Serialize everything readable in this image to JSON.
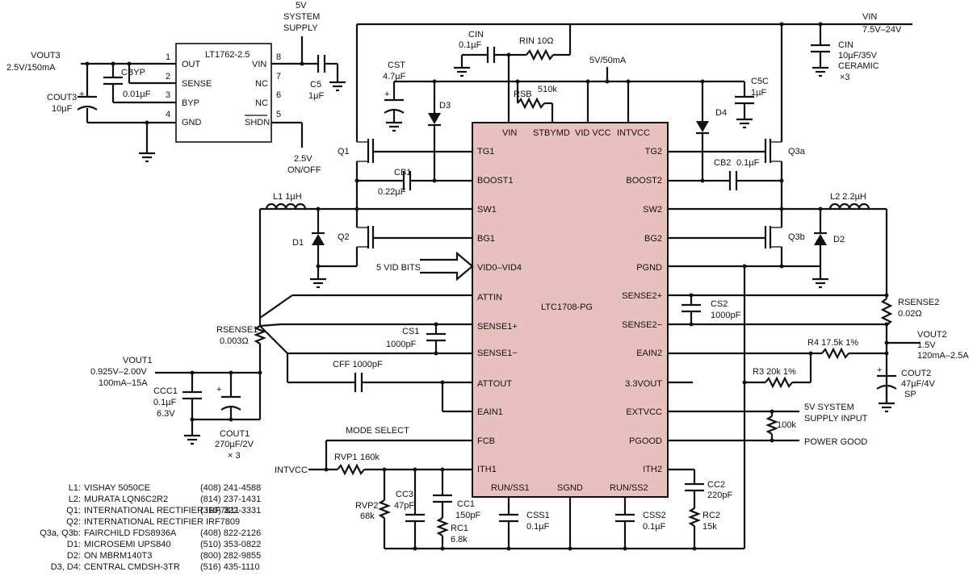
{
  "main_ic": {
    "name": "LTC1708-PG",
    "left_pins": [
      "TG1",
      "BOOST1",
      "SW1",
      "BG1",
      "VID0–VID4",
      "ATTIN",
      "SENSE1+",
      "SENSE1−",
      "ATTOUT",
      "EAIN1",
      "FCB",
      "ITH1"
    ],
    "right_pins": [
      "TG2",
      "BOOST2",
      "SW2",
      "BG2",
      "PGND",
      "SENSE2+",
      "SENSE2−",
      "EAIN2",
      "3.3VOUT",
      "EXTVCC",
      "PGOOD",
      "ITH2"
    ],
    "top_pins": [
      "VIN",
      "STBYMD",
      "VID VCC",
      "INTVCC"
    ],
    "bottom_pins": [
      "RUN/SS1",
      "SGND",
      "RUN/SS2"
    ]
  },
  "regulator": {
    "name": "LT1762-2.5",
    "left_pins": [
      {
        "num": "1",
        "name": "OUT"
      },
      {
        "num": "2",
        "name": "SENSE"
      },
      {
        "num": "3",
        "name": "BYP"
      },
      {
        "num": "4",
        "name": "GND"
      }
    ],
    "right_pins": [
      {
        "num": "8",
        "name": "VIN"
      },
      {
        "num": "7",
        "name": "NC"
      },
      {
        "num": "6",
        "name": "NC"
      },
      {
        "num": "5",
        "name": "SHDN"
      }
    ]
  },
  "labels": {
    "sys5v": [
      "5V",
      "SYSTEM",
      "SUPPLY"
    ],
    "vout3": [
      "VOUT3",
      "2.5V/150mA"
    ],
    "cout3": [
      "COUT3",
      "10µF"
    ],
    "cbyp": [
      "CBYP",
      "0.01µF"
    ],
    "c5": [
      "C5",
      "1µF"
    ],
    "shdn_in": [
      "2.5V",
      "ON/OFF"
    ],
    "vin": [
      "VIN",
      "7.5V–24V"
    ],
    "cin_bulk": [
      "CIN",
      "10µF/35V",
      "CERAMIC",
      "×3"
    ],
    "cin_small": [
      "CIN",
      "0.1µF"
    ],
    "rin": "RIN 10Ω",
    "v5_50ma": "5V/50mA",
    "cst": [
      "CST",
      "4.7µF"
    ],
    "rsb": [
      "RSB",
      "510k"
    ],
    "c5c": [
      "C5C",
      "1µF"
    ],
    "d3": "D3",
    "d4": "D4",
    "q1": "Q1",
    "q2": "Q2",
    "q3a": "Q3a",
    "q3b": "Q3b",
    "cb1": [
      "CB1",
      "0.22µF"
    ],
    "cb2": [
      "CB2",
      "0.1µF"
    ],
    "l1": "L1  1µH",
    "l2": "L2  2.2µH",
    "d1": "D1",
    "d2": "D2",
    "vid_bits": "5 VID BITS",
    "cs2": [
      "CS2",
      "1000pF"
    ],
    "rsense2": [
      "RSENSE2",
      "0.02Ω"
    ],
    "rsense1": [
      "RSENSE1",
      "0.003Ω"
    ],
    "cs1": [
      "CS1",
      "1000pF"
    ],
    "cff": "CFF  1000pF",
    "vout1": [
      "VOUT1",
      "0.925V–2.00V",
      "100mA–15A"
    ],
    "ccc1": [
      "CCC1",
      "0.1µF",
      "6.3V"
    ],
    "cout1": [
      "COUT1",
      "270µF/2V",
      "× 3"
    ],
    "r4": "R4  17.5k  1%",
    "r3": "R3  20k  1%",
    "vout2": [
      "VOUT2",
      "1.5V",
      "120mA–2.5A"
    ],
    "cout2": [
      "COUT2",
      "47µF/4V",
      "SP"
    ],
    "sys5v_input": [
      "5V SYSTEM",
      "SUPPLY INPUT"
    ],
    "r100k": "100k",
    "power_good": "POWER GOOD",
    "mode_select": "MODE SELECT",
    "intvcc": "INTVCC",
    "rvp1": [
      "RVP1",
      "160k"
    ],
    "rvp2": [
      "RVP2",
      "68k"
    ],
    "cc3": [
      "CC3",
      "47pF"
    ],
    "cc1": [
      "CC1",
      "150pF"
    ],
    "rc1": [
      "RC1",
      "6.8k"
    ],
    "css1": [
      "CSS1",
      "0.1µF"
    ],
    "css2": [
      "CSS2",
      "0.1µF"
    ],
    "cc2": [
      "CC2",
      "220pF"
    ],
    "rc2": [
      "RC2",
      "15k"
    ]
  },
  "bom": [
    {
      "ref": "L1:",
      "part": "VISHAY 5050CE",
      "phone": "(408) 241-4588"
    },
    {
      "ref": "L2:",
      "part": "MURATA LQN6C2R2",
      "phone": "(814) 237-1431"
    },
    {
      "ref": "Q1:",
      "part": "INTERNATIONAL RECTIFIER IRF7811",
      "phone": "(310) 322-3331"
    },
    {
      "ref": "Q2:",
      "part": "INTERNATIONAL RECTIFIER IRF7809",
      "phone": ""
    },
    {
      "ref": "Q3a, Q3b:",
      "part": "FAIRCHILD FDS8936A",
      "phone": "(408) 822-2126"
    },
    {
      "ref": "D1:",
      "part": "MICROSEMI UPS840",
      "phone": "(510) 353-0822"
    },
    {
      "ref": "D2:",
      "part": "ON MBRM140T3",
      "phone": "(800) 282-9855"
    },
    {
      "ref": "D3, D4:",
      "part": "CENTRAL CMDSH-3TR",
      "phone": "(516) 435-1110"
    }
  ]
}
